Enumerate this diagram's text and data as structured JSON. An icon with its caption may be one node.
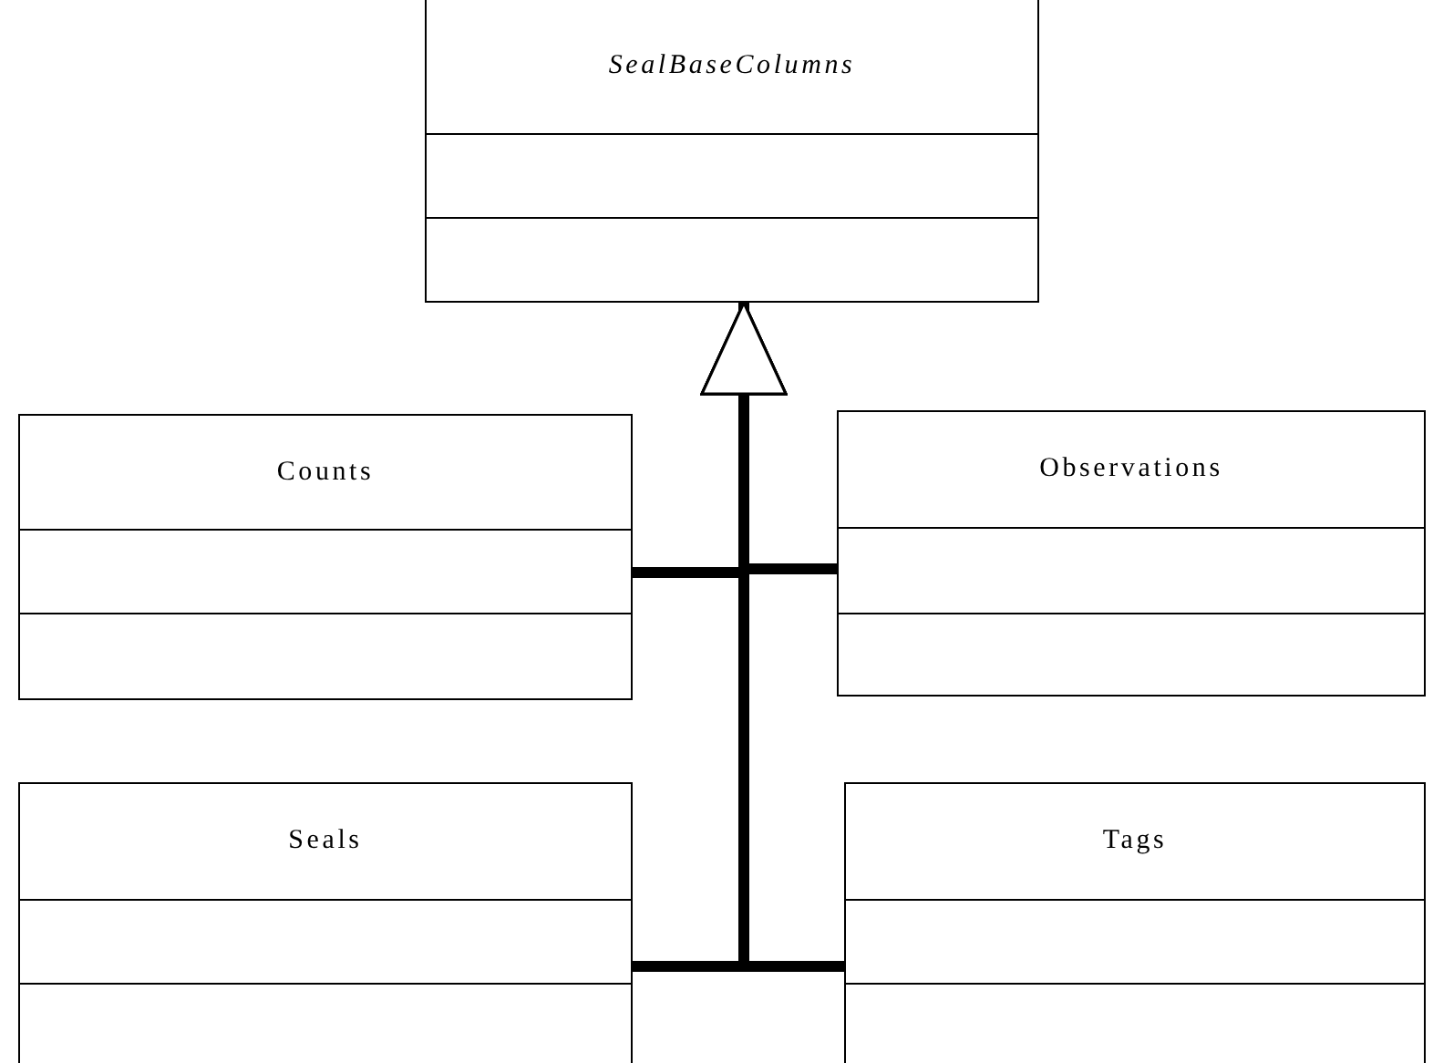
{
  "diagram": {
    "nodes": [
      {
        "text": [
          "SealBaseColumns"
        ]
      },
      {
        "text": [
          "Counts"
        ]
      },
      {
        "text": [
          "Observations"
        ]
      },
      {
        "text": [
          "Seals"
        ]
      },
      {
        "text": [
          "Tags"
        ]
      }
    ],
    "edges": [
      {
        "from": 1,
        "to": 0,
        "arrow": "to"
      },
      {
        "from": 2,
        "to": 0,
        "arrow": "to"
      },
      {
        "from": 3,
        "to": 0,
        "arrow": "to"
      },
      {
        "from": 4,
        "to": 0,
        "arrow": "to"
      }
    ]
  }
}
